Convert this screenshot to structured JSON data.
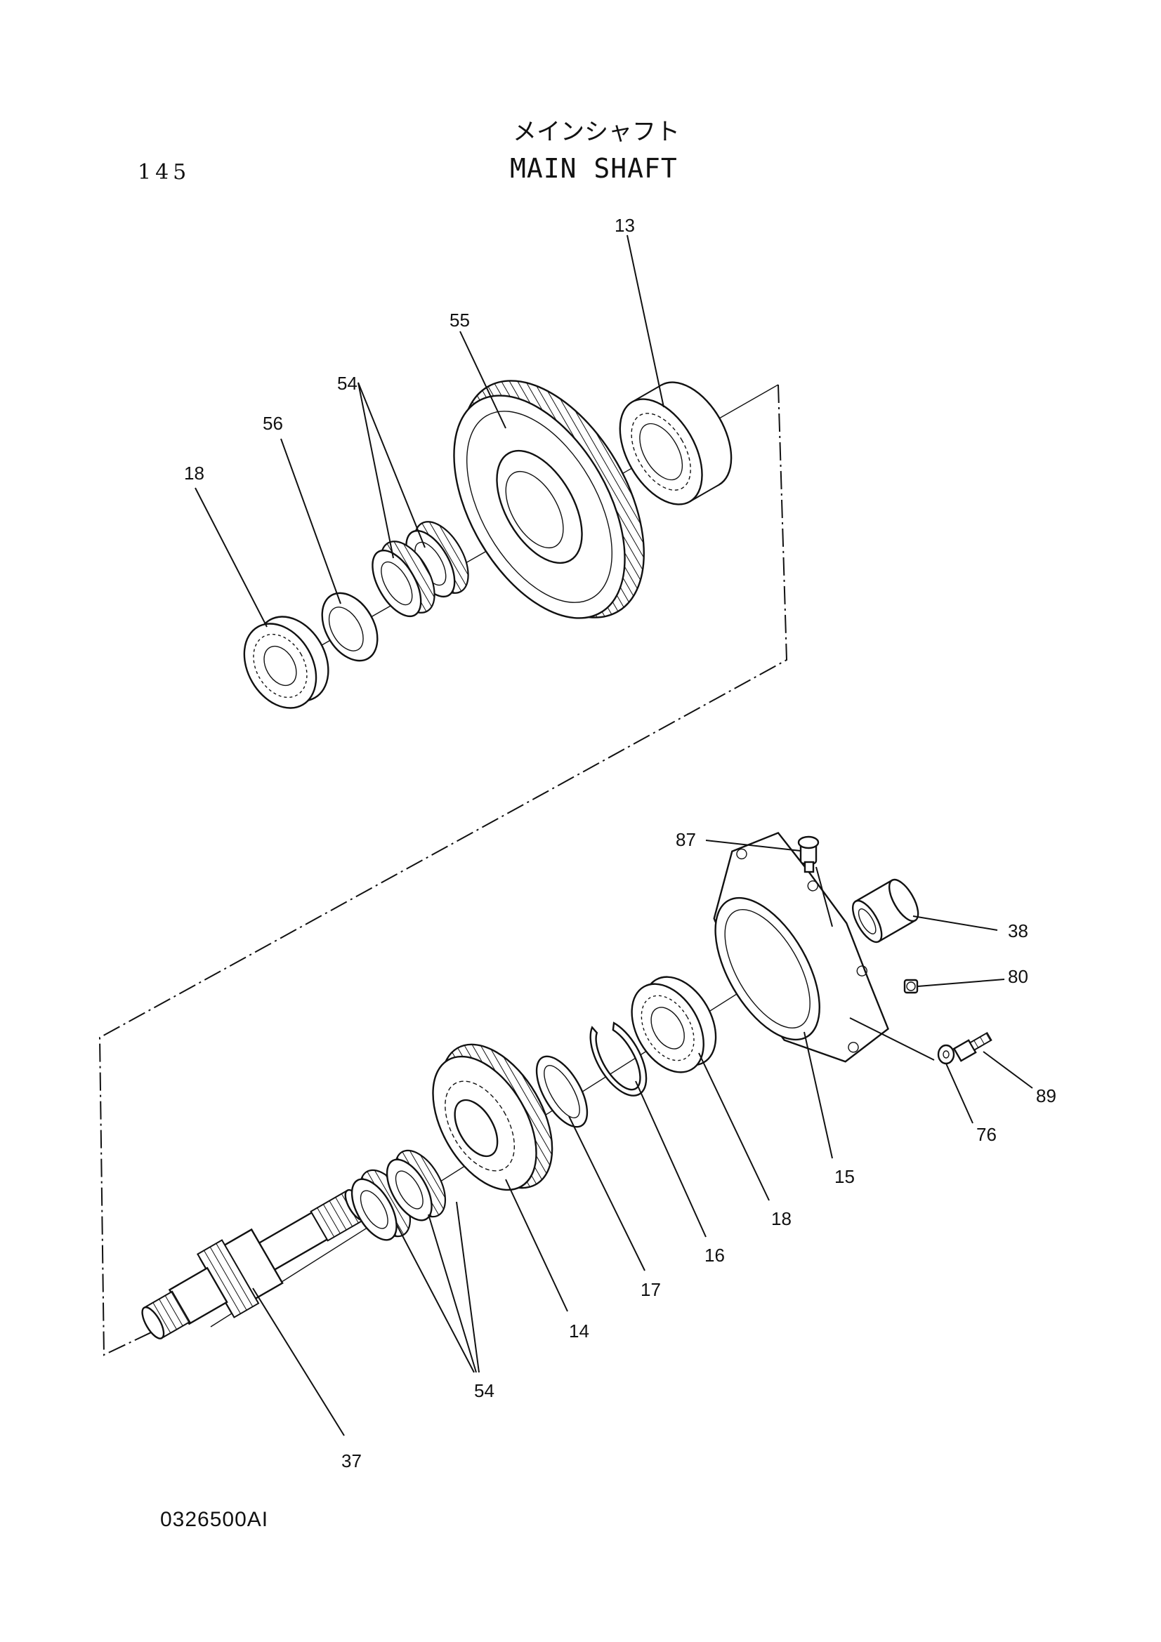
{
  "header": {
    "title_jp": "メインシャフト",
    "title_en": "MAIN SHAFT",
    "page_number": "145"
  },
  "footer": {
    "drawing_code": "0326500AI"
  },
  "callouts": {
    "upper": [
      "13",
      "55",
      "54",
      "56",
      "18"
    ],
    "lower": [
      "87",
      "38",
      "80",
      "89",
      "76",
      "15",
      "18",
      "16",
      "17",
      "14",
      "54",
      "37"
    ]
  }
}
